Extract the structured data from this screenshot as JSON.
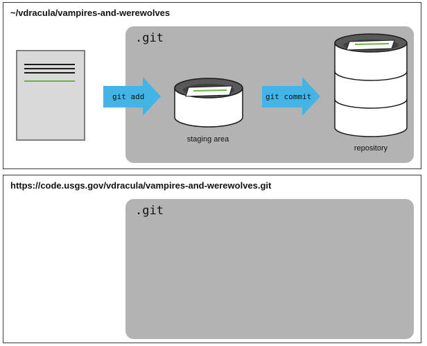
{
  "local": {
    "path": "~/vdracula/vampires-and-werewolves",
    "git_dir": ".git",
    "working_file": {
      "icon": "document-icon"
    },
    "add_arrow": {
      "label": "git add",
      "icon": "arrow-right-icon"
    },
    "staging": {
      "label": "staging area",
      "icon": "staging-disk-icon"
    },
    "commit_arrow": {
      "label": "git commit",
      "icon": "arrow-right-icon"
    },
    "repository": {
      "label": "repository",
      "icon": "repository-cylinder-icon"
    }
  },
  "remote": {
    "url": "https://code.usgs.gov/vdracula/vampires-and-werewolves.git",
    "git_dir": ".git"
  },
  "colors": {
    "arrow": "#42b4e6",
    "git_box": "#b3b3b3",
    "document": "#d9d9d9",
    "green_line": "#6cb33e",
    "disk_dark": "#595959",
    "outline": "#1a1a1a"
  }
}
